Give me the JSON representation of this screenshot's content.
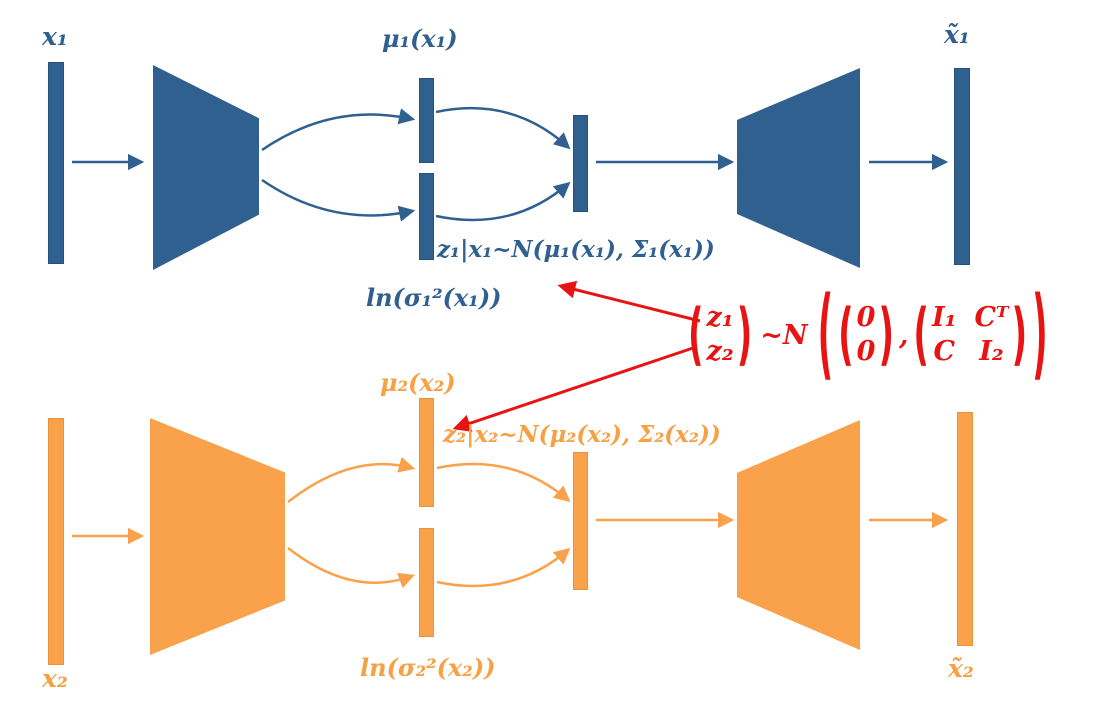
{
  "colors": {
    "blue": "#2F608F",
    "orange": "#F9A24B",
    "red": "#E81414",
    "background": "#FFFFFF"
  },
  "vae1": {
    "input_label": "x₁",
    "mu_label": "μ₁(x₁)",
    "z_dist_label": "z₁|x₁~N(μ₁(x₁), Σ₁(x₁))",
    "ln_sigma_label": "ln(σ₁²(x₁))",
    "output_label": "x̃₁"
  },
  "vae2": {
    "input_label": "x₂",
    "mu_label": "μ₂(x₂)",
    "z_dist_label": "z₂|x₂~N(μ₂(x₂), Σ₂(x₂))",
    "ln_sigma_label": "ln(σ₂²(x₂))",
    "output_label": "x̃₂"
  },
  "joint_prior": {
    "open_paren": "(",
    "close_paren": ")",
    "z_vector": [
      "z₁",
      "z₂"
    ],
    "relation": "~N",
    "mean_vector": [
      "0",
      "0"
    ],
    "comma": ",",
    "cov_matrix": [
      [
        "I₁",
        "Cᵀ"
      ],
      [
        "C",
        "I₂"
      ]
    ]
  }
}
